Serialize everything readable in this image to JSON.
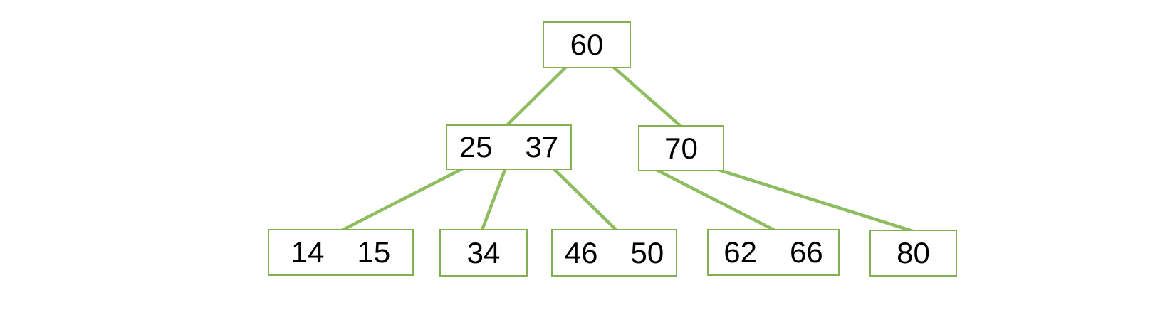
{
  "diagram": {
    "type": "b-tree",
    "background": "#ffffff",
    "colors": {
      "node_border": "#83b152",
      "edge": "#8ebd60",
      "text": "#000000"
    },
    "nodes": [
      {
        "id": "n60",
        "level": 0,
        "keys": [
          "60"
        ]
      },
      {
        "id": "n25-37",
        "level": 1,
        "keys": [
          "25",
          "37"
        ]
      },
      {
        "id": "n70",
        "level": 1,
        "keys": [
          "70"
        ]
      },
      {
        "id": "n14-15",
        "level": 2,
        "keys": [
          "14",
          "15"
        ]
      },
      {
        "id": "n34",
        "level": 2,
        "keys": [
          "34"
        ]
      },
      {
        "id": "n46-50",
        "level": 2,
        "keys": [
          "46",
          "50"
        ]
      },
      {
        "id": "n62-66",
        "level": 2,
        "keys": [
          "62",
          "66"
        ]
      },
      {
        "id": "n80",
        "level": 2,
        "keys": [
          "80"
        ]
      }
    ],
    "edges": [
      {
        "from": "n60",
        "to": "n25-37"
      },
      {
        "from": "n60",
        "to": "n70"
      },
      {
        "from": "n25-37",
        "to": "n14-15"
      },
      {
        "from": "n25-37",
        "to": "n34"
      },
      {
        "from": "n25-37",
        "to": "n46-50"
      },
      {
        "from": "n70",
        "to": "n62-66"
      },
      {
        "from": "n70",
        "to": "n80"
      }
    ]
  }
}
